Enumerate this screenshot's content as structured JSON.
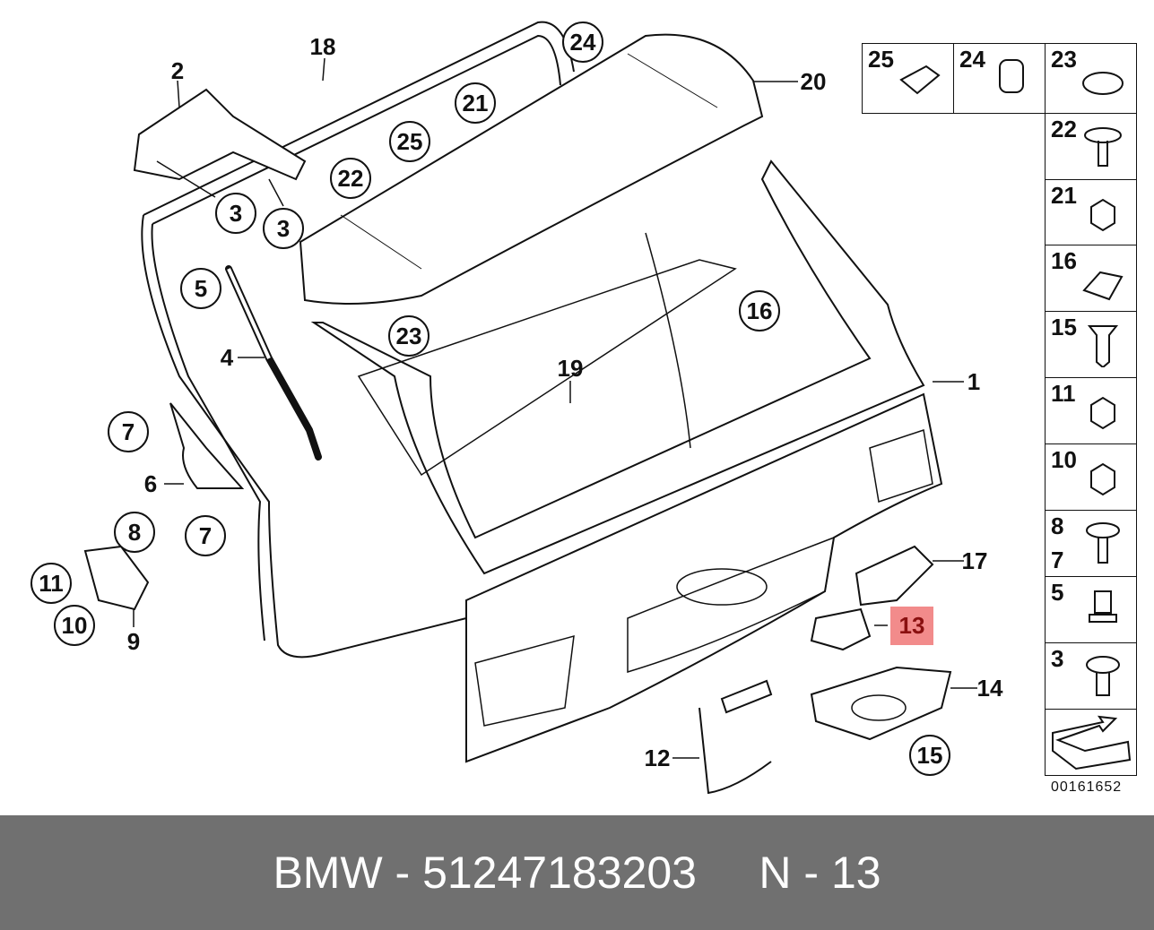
{
  "diagram": {
    "callouts_circled": [
      "24",
      "21",
      "25",
      "22",
      "3",
      "3",
      "5",
      "23",
      "16",
      "7",
      "7",
      "8",
      "11",
      "10",
      "15"
    ],
    "callouts_plain": [
      "18",
      "2",
      "20",
      "4",
      "19",
      "1",
      "6",
      "9",
      "17",
      "14",
      "12"
    ],
    "highlighted": "13",
    "parts_panel": [
      "25",
      "24",
      "23",
      "22",
      "21",
      "16",
      "15",
      "11",
      "10",
      "8",
      "7",
      "5",
      "3"
    ],
    "diagram_code": "00161652",
    "highlight_color": "#f28b8b"
  },
  "footer": {
    "text": "BMW - 51247183203     N - 13",
    "background": "#707070"
  }
}
